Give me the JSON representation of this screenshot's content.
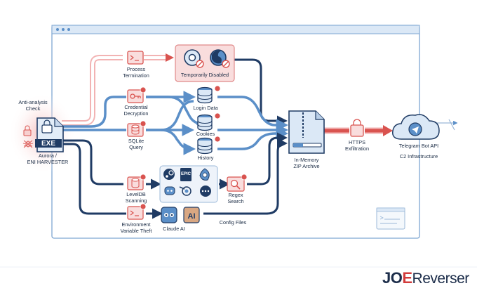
{
  "labels": {
    "anti_analysis": [
      "Anti-analysis",
      "Check"
    ],
    "exe_badge": "EXE",
    "aurora": [
      "Aurora /",
      "ENI HARVESTER"
    ],
    "process_termination": [
      "Process",
      "Termination"
    ],
    "temporarily_disabled": "Temporarily Disabled",
    "credential_decryption": [
      "Credential",
      "Decryption"
    ],
    "sqlite_query": [
      "SQLite",
      "Query"
    ],
    "login_data": "Login Data",
    "cookies": "Cookies",
    "history": "History",
    "leveldb_scanning": [
      "LevelDB",
      "Scanning"
    ],
    "regex_search": [
      "Regex",
      "Search"
    ],
    "environment_variable_theft": [
      "Environment",
      "Variable Theft"
    ],
    "claude_ai": "Claude AI",
    "config_files": "Config Files",
    "in_memory_zip": [
      "In-Memory",
      "ZIP Archive"
    ],
    "https_exfiltration": [
      "HTTPS",
      "Exfiltration"
    ],
    "telegram_bot_api": "Telegram Bot API",
    "c2_infrastructure": "C2 Infrastructure",
    "epic_games_text": "EPIC",
    "ai_text": "AI"
  },
  "logo": {
    "jo": "JO",
    "e": "E",
    "reverser": "Reverser"
  },
  "colors": {
    "navy": "#1f3b64",
    "blue": "#5b8fc8",
    "red": "#d9534f",
    "pink_fill": "#f9dddd",
    "light_blue": "#dbe8f6"
  },
  "icons": [
    "window-dots-icon",
    "exe-file-icon",
    "lock-icon",
    "spider-icon",
    "terminal-icon",
    "key-icon",
    "database-icon",
    "chrome-icon",
    "firefox-icon",
    "steam-icon",
    "epic-games-icon",
    "battlenet-icon",
    "discord-icon",
    "blender-icon",
    "search-icon",
    "claude-ai-icon",
    "zip-file-icon",
    "telegram-cloud-icon",
    "warning-badge-icon"
  ]
}
